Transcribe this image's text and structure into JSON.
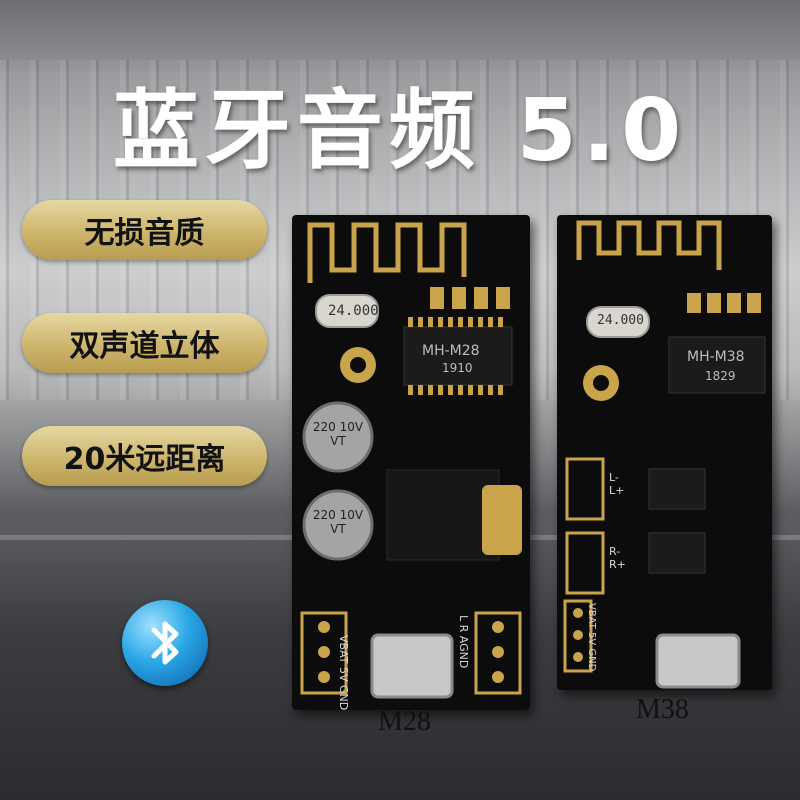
{
  "headline": "蓝牙音频 5.0",
  "features": [
    "无损音质",
    "双声道立体",
    "20米远距离"
  ],
  "boards": {
    "m28": {
      "model_label": "M28",
      "crystal": "24.000",
      "chip": "MH-M28",
      "chip_code": "1910",
      "cap_text": "220 10V VT",
      "pins": "VBAT 5V GND",
      "pins_right": "L R AGND"
    },
    "m38": {
      "model_label": "M38",
      "crystal": "24.000",
      "chip": "MH-M38",
      "chip_code": "1829",
      "left_pins": "L- L+",
      "right_pins": "R- R+",
      "pins": "VBAT 5V GND"
    }
  },
  "colors": {
    "pill": "#cdb56d",
    "board": "#0c0c0d",
    "gold": "#c9a44a",
    "bluetooth": "#2aa6e6"
  }
}
